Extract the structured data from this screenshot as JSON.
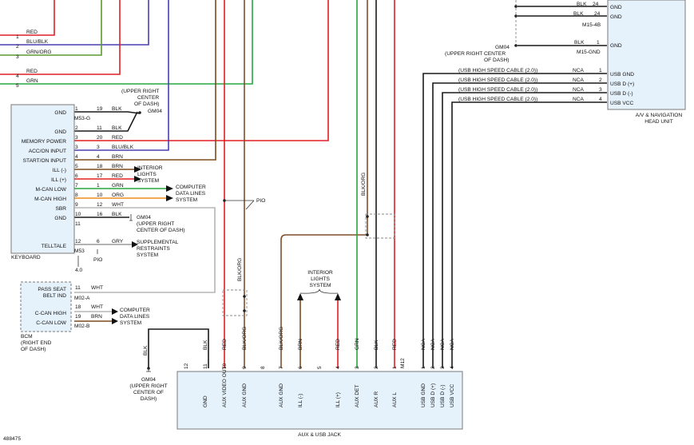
{
  "diagram_id": "488475",
  "colors": {
    "RED": "#e11f26",
    "BLU": "#3b36c4",
    "GRN": "#27a83c",
    "BRN": "#7b4b1e",
    "ORG": "#f08a1b",
    "BLK": "#1a1a1a",
    "WHT": "#b5b5b5",
    "GRY": "#9a9a9a",
    "BLKORG": "#7e4f2c",
    "BLUBLK": "#4a3fb4",
    "GRNORG": "#5a9b2e",
    "NCA": "#1a1a1a"
  },
  "top_wires": [
    {
      "pin": "1",
      "color": "RED"
    },
    {
      "pin": "2",
      "color": "BLU/BLK"
    },
    {
      "pin": "3",
      "color": "GRN/ORG"
    },
    {
      "pin": "4",
      "color": "RED"
    },
    {
      "pin": "5",
      "color": "GRN"
    }
  ],
  "keyboard": {
    "title": "KEYBOARD",
    "pins": [
      {
        "label": "GND",
        "pin": "1",
        "cavity": "19",
        "color": "BLK"
      },
      {
        "label": "",
        "pin": "",
        "cavity": "",
        "color": "M53-G"
      },
      {
        "label": "GND",
        "pin": "2",
        "cavity": "11",
        "color": "BLK"
      },
      {
        "label": "MEMORY POWER",
        "pin": "3",
        "cavity": "20",
        "color": "RED"
      },
      {
        "label": "ACC/ON INPUT",
        "pin": "3",
        "cavity": "3",
        "color": "BLU/BLK"
      },
      {
        "label": "START/ON INPUT",
        "pin": "4",
        "cavity": "4",
        "color": "BRN"
      },
      {
        "label": "ILL (-)",
        "pin": "5",
        "cavity": "18",
        "color": "BRN"
      },
      {
        "label": "ILL (+)",
        "pin": "6",
        "cavity": "17",
        "color": "RED"
      },
      {
        "label": "M-CAN LOW",
        "pin": "7",
        "cavity": "1",
        "color": "GRN"
      },
      {
        "label": "M-CAN HIGH",
        "pin": "8",
        "cavity": "10",
        "color": "ORG"
      },
      {
        "label": "SBR",
        "pin": "9",
        "cavity": "12",
        "color": "WHT"
      },
      {
        "label": "GND",
        "pin": "10",
        "cavity": "16",
        "color": "BLK"
      },
      {
        "label": "",
        "pin": "11",
        "cavity": "",
        "color": ""
      },
      {
        "label": "TELLTALE",
        "pin": "12",
        "cavity": "6",
        "color": "GRY"
      }
    ],
    "connector": "M53",
    "connector_ref": "4.0",
    "pio": "PIO"
  },
  "bcm": {
    "title_lines": [
      "BCM",
      "(RIGHT END",
      "OF DASH)"
    ],
    "pins": [
      {
        "label1": "PASS SEAT",
        "label2": "BELT IND",
        "pin": "11",
        "color": "WHT"
      },
      {
        "label1": "C-CAN HIGH",
        "label2": "",
        "pin": "18",
        "color": "WHT"
      },
      {
        "label1": "C-CAN LOW",
        "label2": "",
        "pin": "19",
        "color": "BRN"
      }
    ],
    "connector_a": "M02-A",
    "connector_b": "M02-B"
  },
  "destinations": {
    "gm04_upper": [
      "(UPPER RIGHT",
      "CENTER",
      "OF DASH)"
    ],
    "gm04_label": "GM04",
    "interior_lights": [
      "INTERIOR",
      "LIGHTS",
      "SYSTEM"
    ],
    "computer_data": [
      "COMPUTER",
      "DATA LINES",
      "SYSTEM"
    ],
    "gm04_mid": [
      "GM04",
      "(UPPER RIGHT",
      "CENTER OF DASH)"
    ],
    "srs": [
      "SUPPLEMENTAL",
      "RESTRAINTS",
      "SYSTEM"
    ],
    "computer_data_bcm": [
      "COMPUTER",
      "DATA LINES",
      "SYSTEM"
    ],
    "gm04_bottom": [
      "GM04",
      "(UPPER RIGHT",
      "CENTER OF",
      "DASH)"
    ],
    "interior_lights_mid": [
      "INTERIOR",
      "LIGHTS",
      "SYSTEM"
    ],
    "pio_mid": "PIO"
  },
  "head_unit": {
    "title_lines": [
      "A/V & NAVIGATION",
      "HEAD UNIT"
    ],
    "top_rows": [
      {
        "color": "BLK",
        "pin": "24",
        "label": "GND"
      },
      {
        "color": "",
        "pin": "",
        "label": "GND"
      }
    ],
    "m15_4b": "M15-4B",
    "gm04_row": {
      "color": "BLK",
      "pin": "1",
      "label": "GND",
      "connector": "M15-GND"
    },
    "gm04_text": [
      "GM04",
      "(UPPER RIGHT CENTER",
      "OF DASH)"
    ],
    "usb_rows": [
      {
        "cable": "(USB HIGH SPEED CABLE (2.0))",
        "color": "NCA",
        "pin": "1",
        "label": "USB GND"
      },
      {
        "cable": "(USB HIGH SPEED CABLE (2.0))",
        "color": "NCA",
        "pin": "2",
        "label": "USB D (+)"
      },
      {
        "cable": "(USB HIGH SPEED CABLE (2.0))",
        "color": "NCA",
        "pin": "3",
        "label": "USB D (-)"
      },
      {
        "cable": "(USB HIGH SPEED CABLE (2.0))",
        "color": "NCA",
        "pin": "4",
        "label": "USB VCC"
      }
    ]
  },
  "jack": {
    "title": "AUX & USB JACK",
    "connector": "M12",
    "pins": [
      {
        "pin": "12",
        "label": "",
        "wire": ""
      },
      {
        "pin": "11",
        "label": "GND",
        "wire": "BLK"
      },
      {
        "pin": "10",
        "label": "AUX VIDEO OUT",
        "wire": "RED"
      },
      {
        "pin": "9",
        "label": "AUX GND",
        "wire": "BLK/ORG"
      },
      {
        "pin": "8",
        "label": "",
        "wire": ""
      },
      {
        "pin": "7",
        "label": "AUX GND",
        "wire": "BLK/ORG"
      },
      {
        "pin": "6",
        "label": "ILL (-)",
        "wire": "BRN"
      },
      {
        "pin": "5",
        "label": "",
        "wire": ""
      },
      {
        "pin": "4",
        "label": "ILL (+)",
        "wire": "RED"
      },
      {
        "pin": "3",
        "label": "AUX DET",
        "wire": "GRN"
      },
      {
        "pin": "2",
        "label": "AUX R",
        "wire": "BLK"
      },
      {
        "pin": "1",
        "label": "AUX L",
        "wire": "RED"
      },
      {
        "pin": "1",
        "label": "USB GND",
        "wire": "NCA"
      },
      {
        "pin": "2",
        "label": "USB D (+)",
        "wire": "NCA"
      },
      {
        "pin": "3",
        "label": "USB D (-)",
        "wire": "NCA"
      },
      {
        "pin": "4",
        "label": "USB VCC",
        "wire": "NCA"
      }
    ],
    "side_labels": {
      "blk_org_upper": "BLK/ORG",
      "blk_org_right": "BLK/ORG",
      "gm04_wire": "BLK"
    }
  }
}
